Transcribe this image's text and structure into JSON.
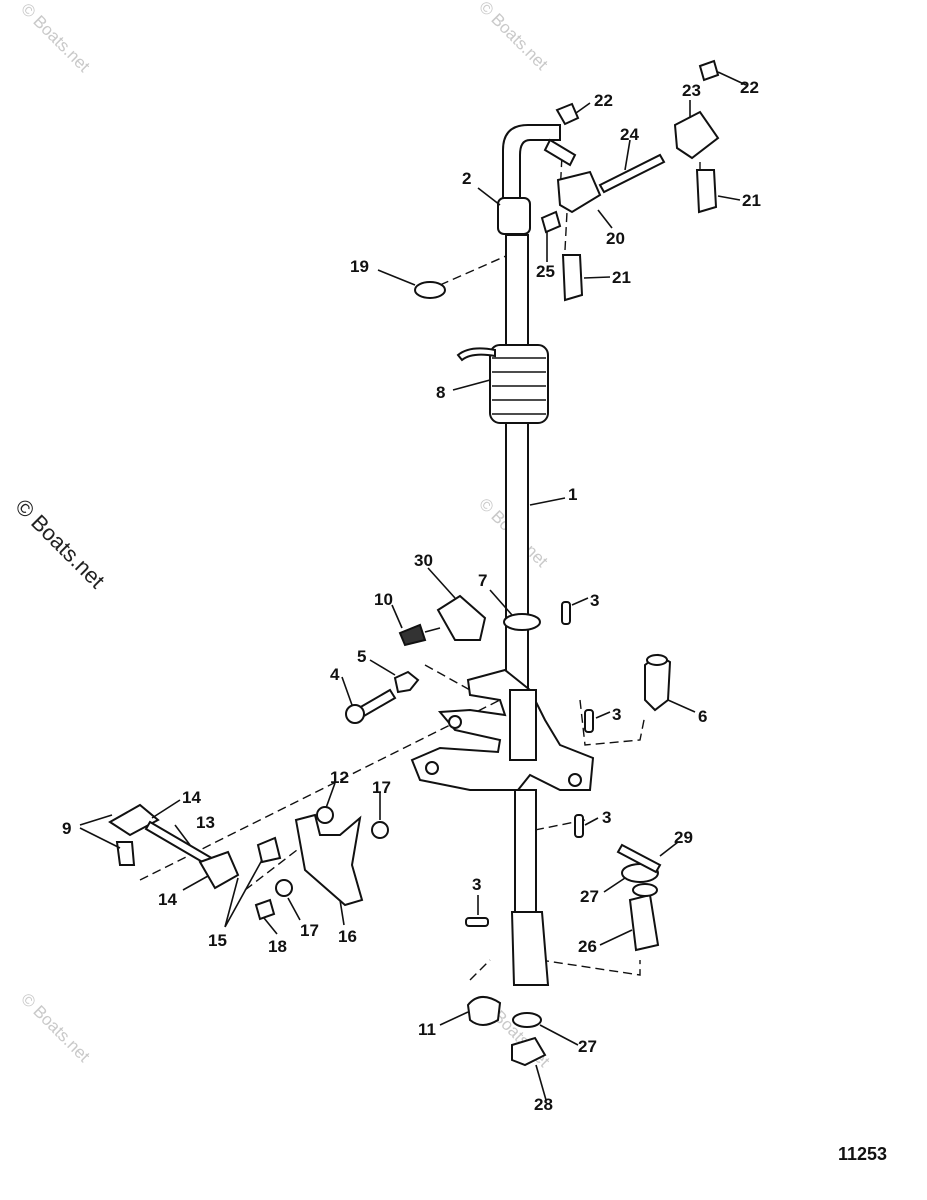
{
  "diagram": {
    "figure_number": "11253",
    "watermark": "© Boats.net",
    "callouts": [
      {
        "id": "c1",
        "label": "1"
      },
      {
        "id": "c2",
        "label": "2"
      },
      {
        "id": "c3a",
        "label": "3"
      },
      {
        "id": "c3b",
        "label": "3"
      },
      {
        "id": "c3c",
        "label": "3"
      },
      {
        "id": "c3d",
        "label": "3"
      },
      {
        "id": "c4",
        "label": "4"
      },
      {
        "id": "c5",
        "label": "5"
      },
      {
        "id": "c6",
        "label": "6"
      },
      {
        "id": "c7",
        "label": "7"
      },
      {
        "id": "c8",
        "label": "8"
      },
      {
        "id": "c9",
        "label": "9"
      },
      {
        "id": "c10",
        "label": "10"
      },
      {
        "id": "c11",
        "label": "11"
      },
      {
        "id": "c12",
        "label": "12"
      },
      {
        "id": "c13",
        "label": "13"
      },
      {
        "id": "c14a",
        "label": "14"
      },
      {
        "id": "c14b",
        "label": "14"
      },
      {
        "id": "c15",
        "label": "15"
      },
      {
        "id": "c16",
        "label": "16"
      },
      {
        "id": "c17a",
        "label": "17"
      },
      {
        "id": "c17b",
        "label": "17"
      },
      {
        "id": "c18",
        "label": "18"
      },
      {
        "id": "c19",
        "label": "19"
      },
      {
        "id": "c20",
        "label": "20"
      },
      {
        "id": "c21a",
        "label": "21"
      },
      {
        "id": "c21b",
        "label": "21"
      },
      {
        "id": "c22a",
        "label": "22"
      },
      {
        "id": "c22b",
        "label": "22"
      },
      {
        "id": "c23",
        "label": "23"
      },
      {
        "id": "c24",
        "label": "24"
      },
      {
        "id": "c25",
        "label": "25"
      },
      {
        "id": "c26",
        "label": "26"
      },
      {
        "id": "c27a",
        "label": "27"
      },
      {
        "id": "c27b",
        "label": "27"
      },
      {
        "id": "c28",
        "label": "28"
      },
      {
        "id": "c29",
        "label": "29"
      },
      {
        "id": "c30",
        "label": "30"
      }
    ]
  }
}
